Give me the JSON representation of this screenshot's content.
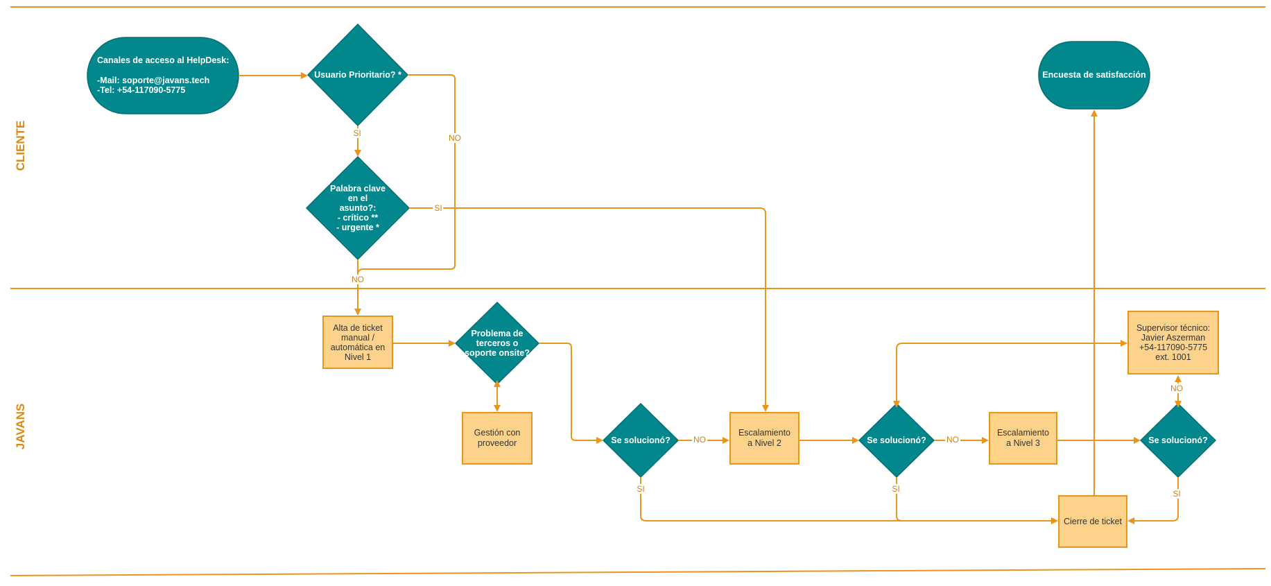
{
  "lanes": {
    "cliente": "CLIENTE",
    "javans": "JAVANS"
  },
  "nodes": {
    "canales": {
      "title": "Canales de acceso al HelpDesk:",
      "mail": "-Mail: soporte@javans.tech",
      "tel": "-Tel: +54-117090-5775"
    },
    "usuario_prioritario": "Usuario Prioritario? *",
    "palabra_clave": "Palabra clave\nen el\nasunto?:\n- crítico **\n- urgente *",
    "encuesta": "Encuesta de satisfacción",
    "alta_ticket": "Alta de ticket\nmanual /\nautomática en\nNivel 1",
    "problema_terceros": "Problema de\nterceros o\nsoporte onsite?",
    "gestion_proveedor": "Gestión con\nproveedor",
    "se_soluciono_1": "Se solucionó?",
    "escalamiento_2": "Escalamiento\na Nivel 2",
    "se_soluciono_2": "Se solucionó?",
    "escalamiento_3": "Escalamiento\na Nivel 3",
    "se_soluciono_3": "Se solucionó?",
    "supervisor": "Supervisor técnico:\nJavier Aszerman\n+54-117090-5775\next. 1001",
    "cierre": "Cierre de ticket"
  },
  "edge_labels": {
    "si_prioritario": "SI",
    "no_prioritario": "NO",
    "si_palabra": "SI",
    "no_palabra": "NO",
    "no_sol1": "NO",
    "si_sol1": "SI",
    "no_sol2": "NO",
    "si_sol2": "SI",
    "no_sol3": "NO",
    "si_sol3": "SI"
  },
  "colors": {
    "teal": "#02888c",
    "teal_border": "#046e72",
    "orange_line": "#e8951b",
    "box_fill": "#fdd28b",
    "lane_label": "#d88a14"
  }
}
